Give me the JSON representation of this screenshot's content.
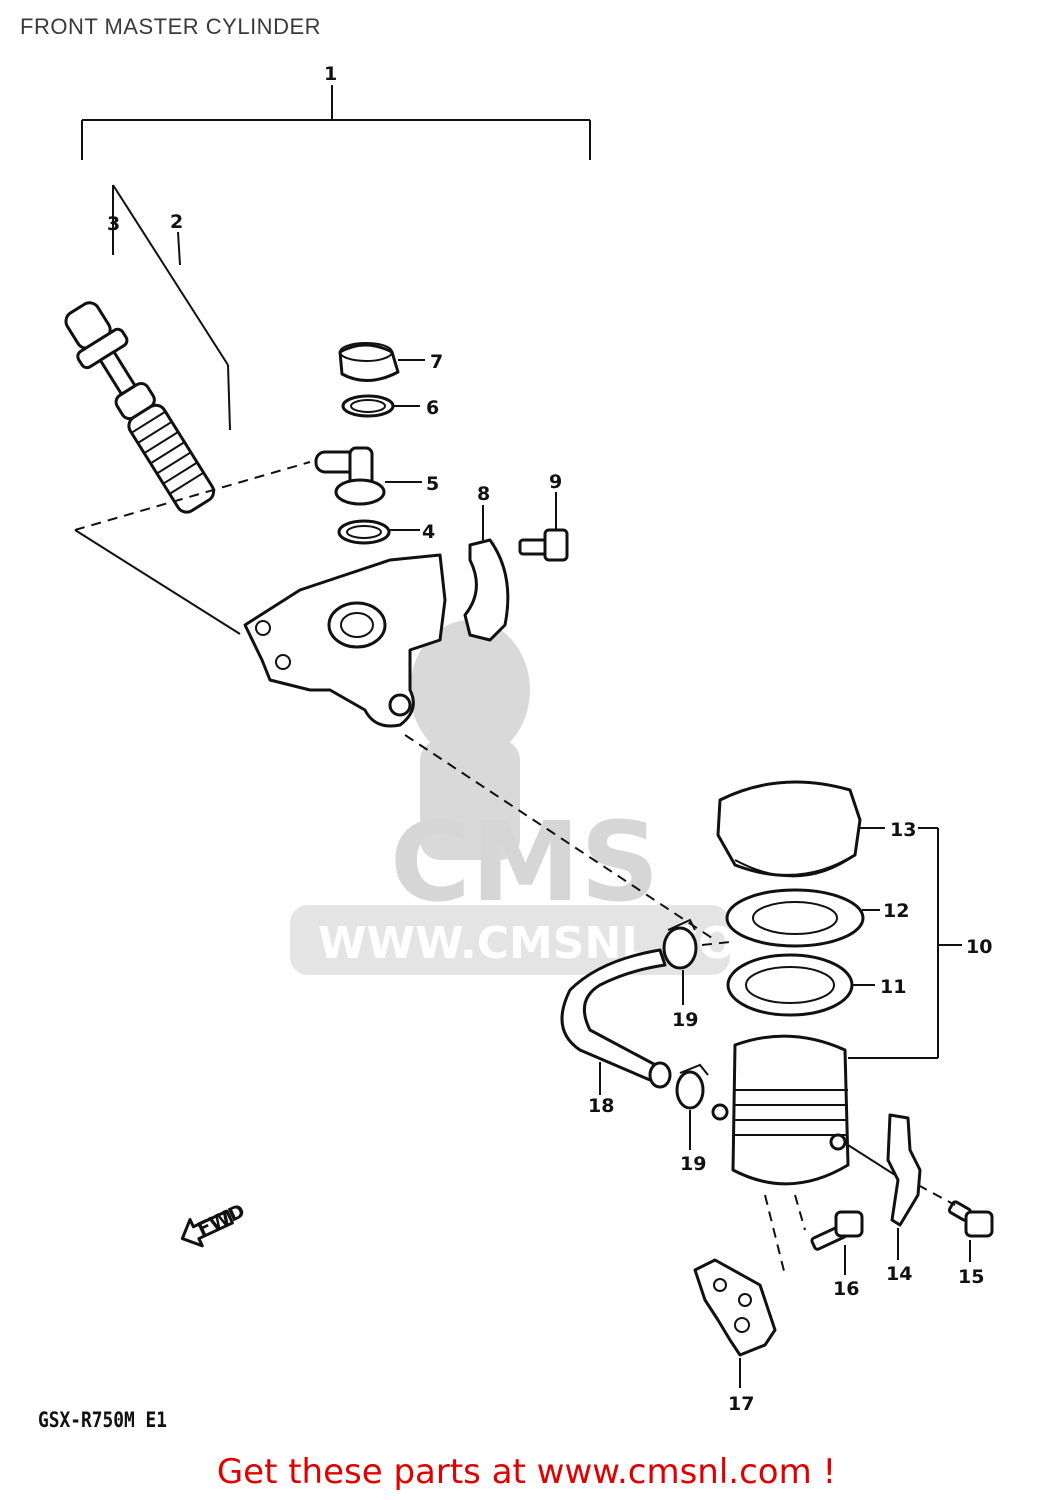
{
  "header": {
    "title": "FRONT MASTER CYLINDER"
  },
  "watermark": {
    "brand": "CMS",
    "url": "WWW.CMSNL.COM"
  },
  "callouts": [
    "1",
    "2",
    "3",
    "4",
    "5",
    "6",
    "7",
    "8",
    "9",
    "10",
    "11",
    "12",
    "13",
    "14",
    "15",
    "16",
    "17",
    "18",
    "19",
    "19"
  ],
  "arrow_label": "FWD",
  "footer": {
    "model_code": "GSX-R750M E1",
    "call_to_action": "Get these parts at www.cmsnl.com !"
  },
  "colors": {
    "accent": "#e00000",
    "ink": "#111111",
    "watermark": "#d9d9d9"
  }
}
